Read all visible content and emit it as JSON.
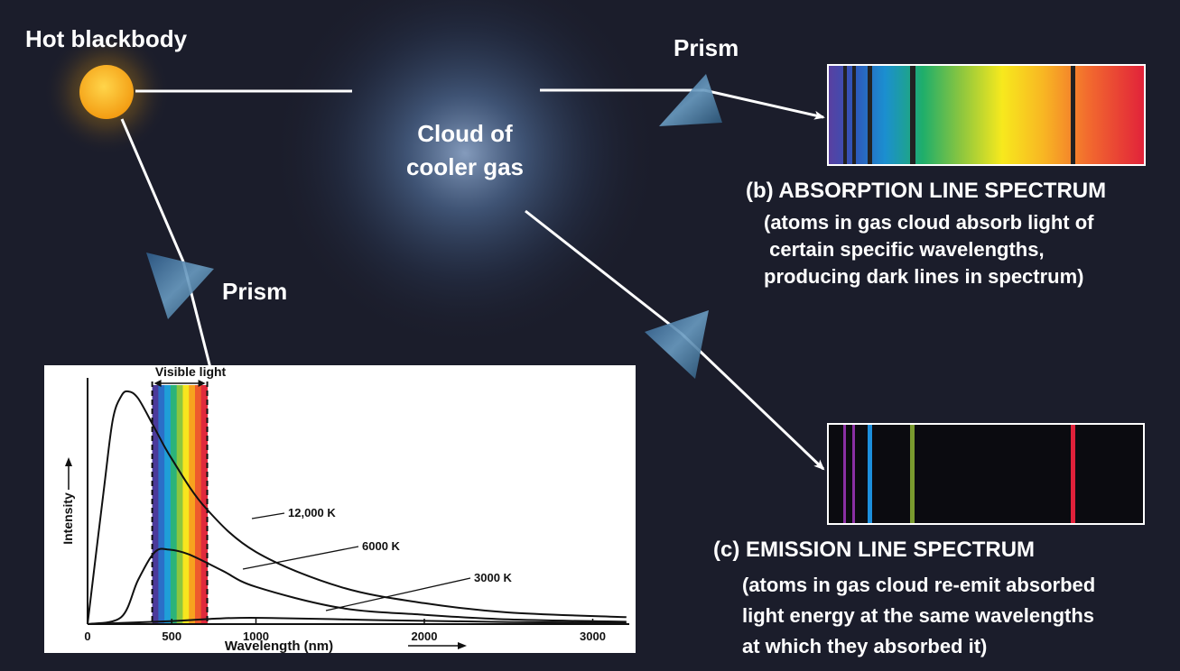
{
  "labels": {
    "hot_blackbody": "Hot blackbody",
    "prism_top": "Prism",
    "prism_left": "Prism",
    "cloud": "Cloud of cooler gas"
  },
  "absorption": {
    "title": "(b)  ABSORPTION LINE SPECTRUM",
    "description": "(atoms in gas cloud absorb light of\n certain specific wavelengths,\nproducing dark lines in spectrum)"
  },
  "emission": {
    "title": "(c)  EMISSION LINE SPECTRUM",
    "description": "(atoms in gas cloud re-emit absorbed\nlight energy at the same wavelengths\nat which they absorbed it)"
  },
  "colors": {
    "background": "#1b1d2b",
    "star": "#f6b414",
    "prism": "#4f7fa3",
    "absorption_line": "#222222",
    "emission_violet": "#8a2fa3",
    "emission_blue": "#1c8fdc",
    "emission_green": "#7a9a2e",
    "emission_red": "#e0213a"
  },
  "chart_data": {
    "type": "line",
    "xlabel": "Wavelength (nm)",
    "ylabel": "Intensity",
    "band_label": "Visible light",
    "xlim": [
      0,
      3200
    ],
    "ylim": [
      0,
      1
    ],
    "x_ticks": [
      0,
      500,
      1000,
      2000,
      3000
    ],
    "x_tick_labels": [
      "0",
      "500",
      "1000",
      "2000",
      "3000"
    ],
    "visible_band_nm": [
      400,
      700
    ],
    "series": [
      {
        "name": "12,000 K",
        "temperature_K": 12000,
        "x": [
          0,
          100,
          150,
          200,
          241,
          300,
          400,
          500,
          700,
          1000,
          1500,
          2000,
          2500,
          3200
        ],
        "y": [
          0,
          0.6,
          0.88,
          0.98,
          1.0,
          0.97,
          0.84,
          0.71,
          0.5,
          0.31,
          0.16,
          0.09,
          0.05,
          0.03
        ]
      },
      {
        "name": "6000 K",
        "temperature_K": 6000,
        "x": [
          0,
          200,
          300,
          400,
          483,
          600,
          800,
          1000,
          1500,
          2000,
          2500,
          3200
        ],
        "y": [
          0,
          0.03,
          0.19,
          0.31,
          0.32,
          0.3,
          0.23,
          0.16,
          0.07,
          0.04,
          0.02,
          0.01
        ]
      },
      {
        "name": "3000 K",
        "temperature_K": 3000,
        "x": [
          0,
          400,
          600,
          800,
          966,
          1200,
          1600,
          2000,
          2500,
          3200
        ],
        "y": [
          0,
          0.01,
          0.017,
          0.025,
          0.027,
          0.025,
          0.019,
          0.014,
          0.009,
          0.005
        ]
      }
    ]
  }
}
